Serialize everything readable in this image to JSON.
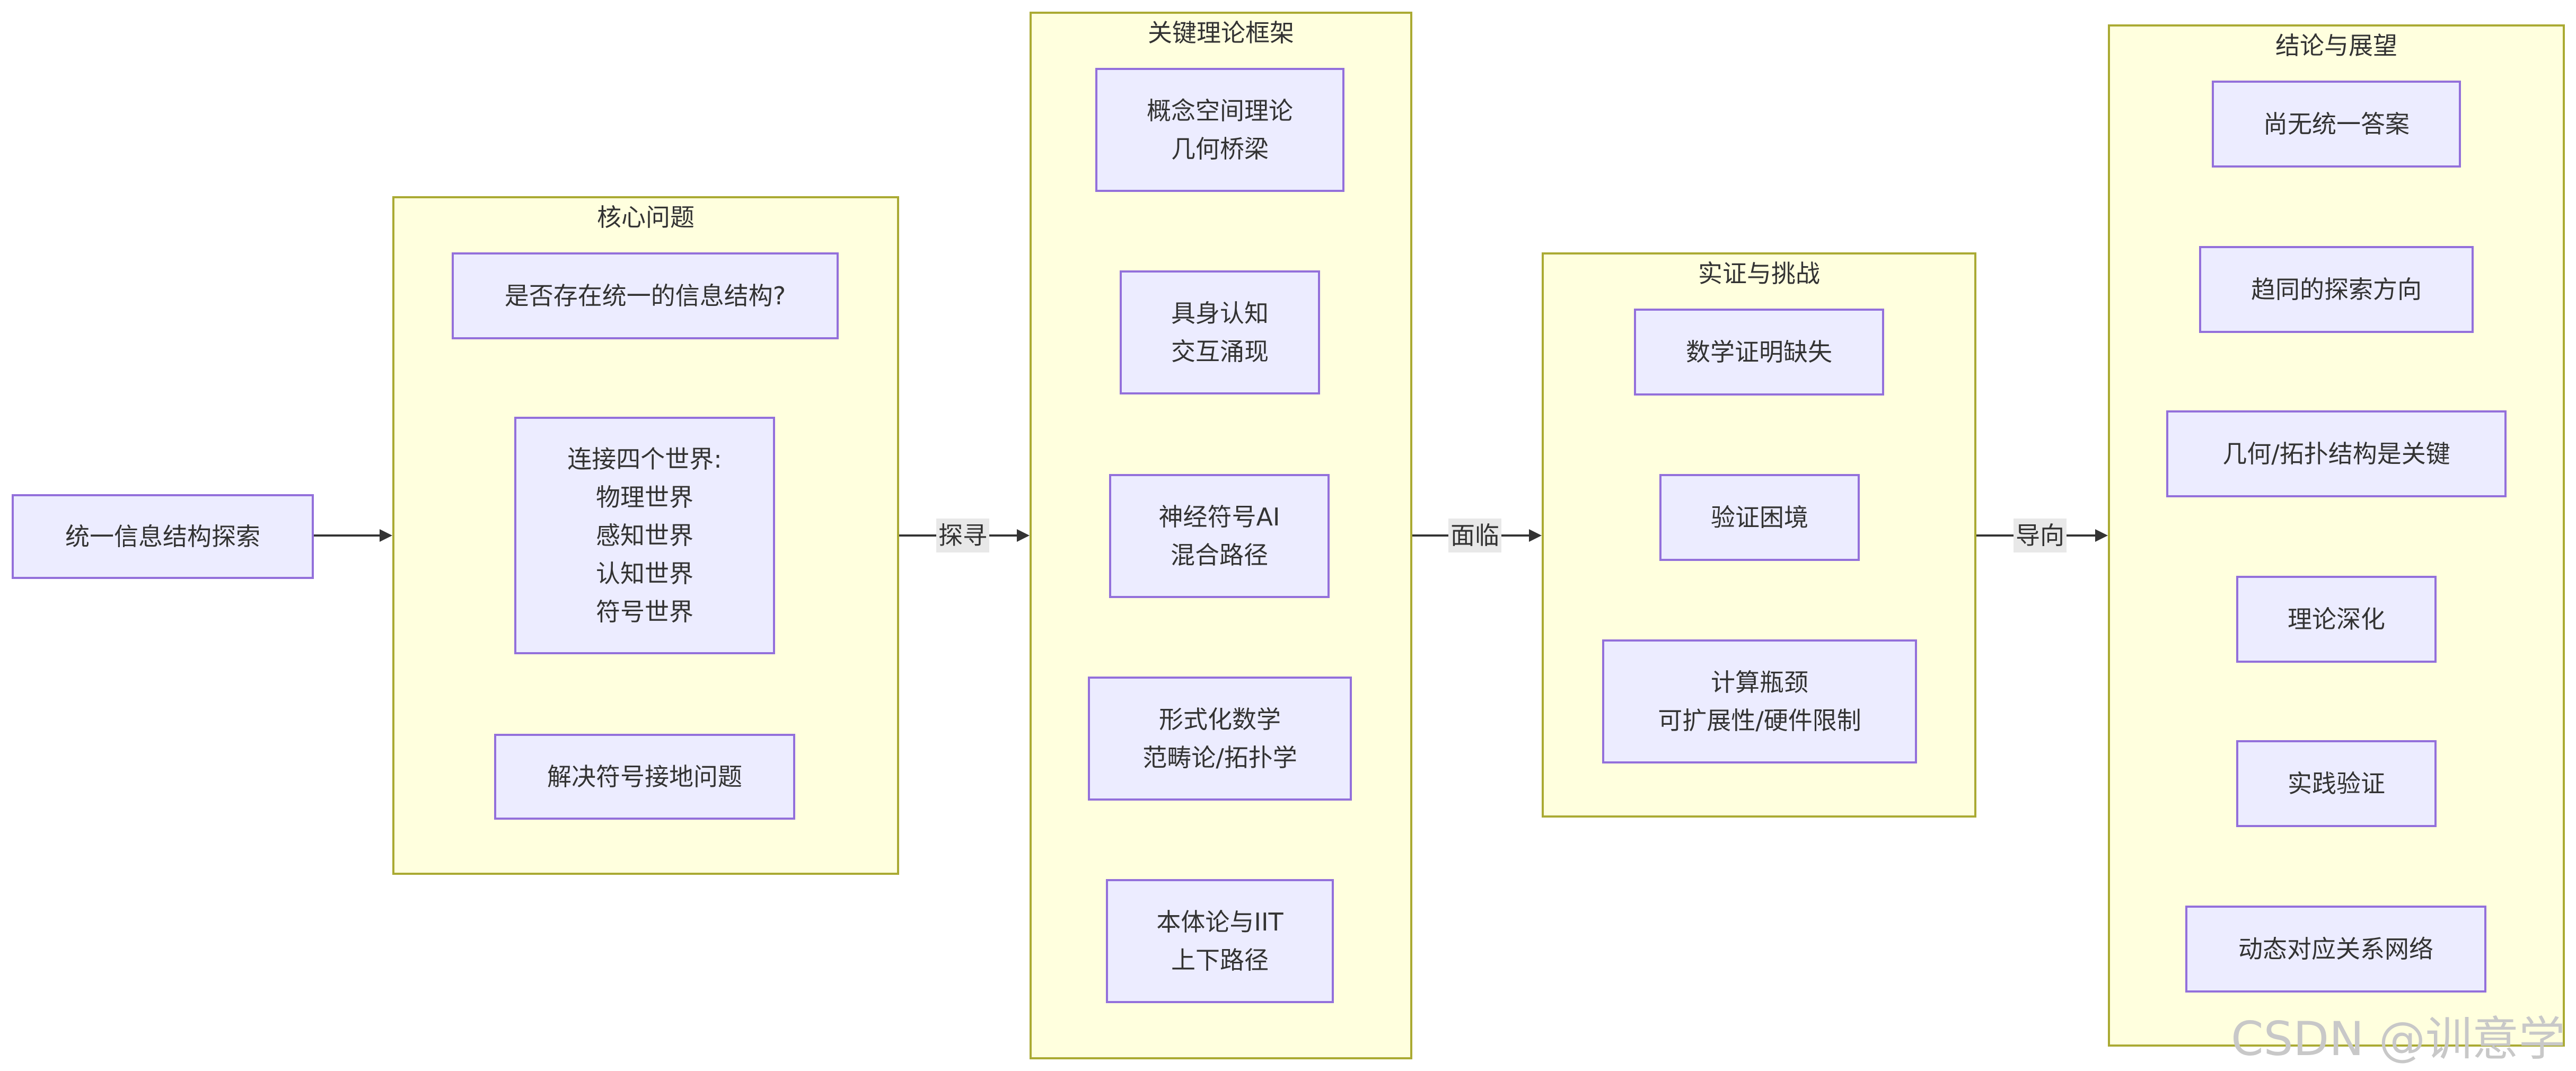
{
  "start_node": {
    "text": "统一信息结构探索"
  },
  "clusters": {
    "core": {
      "title": "核心问题",
      "nodes": [
        {
          "lines": [
            "是否存在统一的信息结构?"
          ]
        },
        {
          "lines": [
            "连接四个世界:",
            "物理世界",
            "感知世界",
            "认知世界",
            "符号世界"
          ]
        },
        {
          "lines": [
            "解决符号接地问题"
          ]
        }
      ]
    },
    "framework": {
      "title": "关键理论框架",
      "nodes": [
        {
          "lines": [
            "概念空间理论",
            "几何桥梁"
          ]
        },
        {
          "lines": [
            "具身认知",
            "交互涌现"
          ]
        },
        {
          "lines": [
            "神经符号AI",
            "混合路径"
          ]
        },
        {
          "lines": [
            "形式化数学",
            "范畴论/拓扑学"
          ]
        },
        {
          "lines": [
            "本体论与IIT",
            "上下路径"
          ]
        }
      ]
    },
    "evidence": {
      "title": "实证与挑战",
      "nodes": [
        {
          "lines": [
            "数学证明缺失"
          ]
        },
        {
          "lines": [
            "验证困境"
          ]
        },
        {
          "lines": [
            "计算瓶颈",
            "可扩展性/硬件限制"
          ]
        }
      ]
    },
    "outlook": {
      "title": "结论与展望",
      "nodes": [
        {
          "lines": [
            "尚无统一答案"
          ]
        },
        {
          "lines": [
            "趋同的探索方向"
          ]
        },
        {
          "lines": [
            "几何/拓扑结构是关键"
          ]
        },
        {
          "lines": [
            "理论深化"
          ]
        },
        {
          "lines": [
            "实践验证"
          ]
        },
        {
          "lines": [
            "动态对应关系网络"
          ]
        }
      ]
    }
  },
  "edges": [
    {
      "from": "统一信息结构探索",
      "to": "核心问题",
      "label": ""
    },
    {
      "from": "核心问题",
      "to": "关键理论框架",
      "label": "探寻"
    },
    {
      "from": "关键理论框架",
      "to": "实证与挑战",
      "label": "面临"
    },
    {
      "from": "实证与挑战",
      "to": "结论与展望",
      "label": "导向"
    }
  ],
  "watermark": "CSDN @训意学",
  "colors": {
    "cluster_fill": "#ffffde",
    "cluster_border": "#aaaa33",
    "node_fill": "#ececff",
    "node_border": "#9370db",
    "edge": "#333333"
  }
}
